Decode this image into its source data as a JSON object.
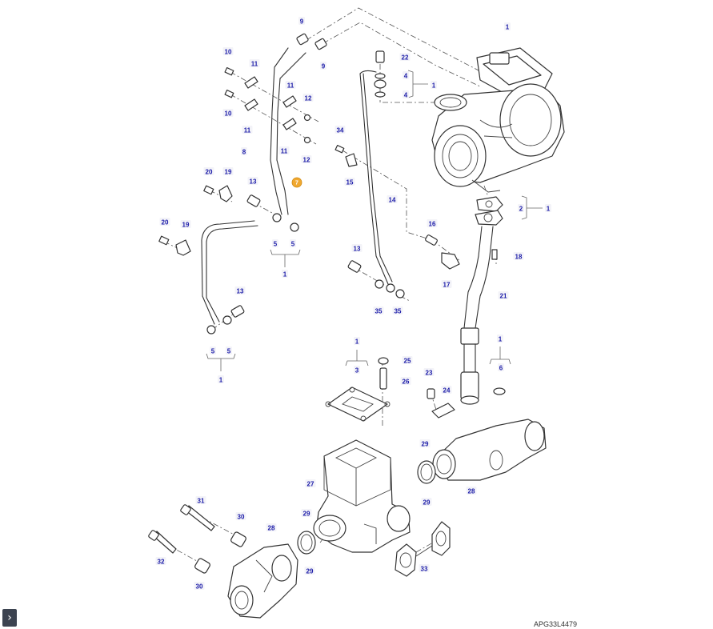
{
  "diagram": {
    "reference_code": "APG33L4479",
    "highlight_marker": "7",
    "callouts": [
      {
        "id": "c9a",
        "label": "9"
      },
      {
        "id": "c9b",
        "label": "9"
      },
      {
        "id": "c10a",
        "label": "10"
      },
      {
        "id": "c10b",
        "label": "10"
      },
      {
        "id": "c11a",
        "label": "11"
      },
      {
        "id": "c11b",
        "label": "11"
      },
      {
        "id": "c11c",
        "label": "11"
      },
      {
        "id": "c11d",
        "label": "11"
      },
      {
        "id": "c12a",
        "label": "12"
      },
      {
        "id": "c12b",
        "label": "12"
      },
      {
        "id": "c8",
        "label": "8"
      },
      {
        "id": "c20a",
        "label": "20"
      },
      {
        "id": "c19a",
        "label": "19"
      },
      {
        "id": "c13a",
        "label": "13"
      },
      {
        "id": "c20b",
        "label": "20"
      },
      {
        "id": "c19b",
        "label": "19"
      },
      {
        "id": "c5a",
        "label": "5"
      },
      {
        "id": "c5b",
        "label": "5"
      },
      {
        "id": "c1a",
        "label": "1"
      },
      {
        "id": "c13b",
        "label": "13"
      },
      {
        "id": "c5c",
        "label": "5"
      },
      {
        "id": "c5d",
        "label": "5"
      },
      {
        "id": "c1b",
        "label": "1"
      },
      {
        "id": "c22",
        "label": "22"
      },
      {
        "id": "c4a",
        "label": "4"
      },
      {
        "id": "c4b",
        "label": "4"
      },
      {
        "id": "c1c",
        "label": "1"
      },
      {
        "id": "c1d",
        "label": "1"
      },
      {
        "id": "c34",
        "label": "34"
      },
      {
        "id": "c15",
        "label": "15"
      },
      {
        "id": "c14",
        "label": "14"
      },
      {
        "id": "c2",
        "label": "2"
      },
      {
        "id": "c1e",
        "label": "1"
      },
      {
        "id": "c16",
        "label": "16"
      },
      {
        "id": "c17",
        "label": "17"
      },
      {
        "id": "c18",
        "label": "18"
      },
      {
        "id": "c13c",
        "label": "13"
      },
      {
        "id": "c35a",
        "label": "35"
      },
      {
        "id": "c35b",
        "label": "35"
      },
      {
        "id": "c21",
        "label": "21"
      },
      {
        "id": "c1f",
        "label": "1"
      },
      {
        "id": "c3",
        "label": "3"
      },
      {
        "id": "c25",
        "label": "25"
      },
      {
        "id": "c26",
        "label": "26"
      },
      {
        "id": "c23",
        "label": "23"
      },
      {
        "id": "c24",
        "label": "24"
      },
      {
        "id": "c1g",
        "label": "1"
      },
      {
        "id": "c6",
        "label": "6"
      },
      {
        "id": "c29a",
        "label": "29"
      },
      {
        "id": "c29b",
        "label": "29"
      },
      {
        "id": "c28a",
        "label": "28"
      },
      {
        "id": "c27",
        "label": "27"
      },
      {
        "id": "c31",
        "label": "31"
      },
      {
        "id": "c30a",
        "label": "30"
      },
      {
        "id": "c28b",
        "label": "28"
      },
      {
        "id": "c29c",
        "label": "29"
      },
      {
        "id": "c32",
        "label": "32"
      },
      {
        "id": "c29d",
        "label": "29"
      },
      {
        "id": "c30b",
        "label": "30"
      },
      {
        "id": "c33",
        "label": "33"
      }
    ]
  },
  "controls": {
    "expand_icon": "chevron-right-icon",
    "expand_glyph": "›"
  }
}
